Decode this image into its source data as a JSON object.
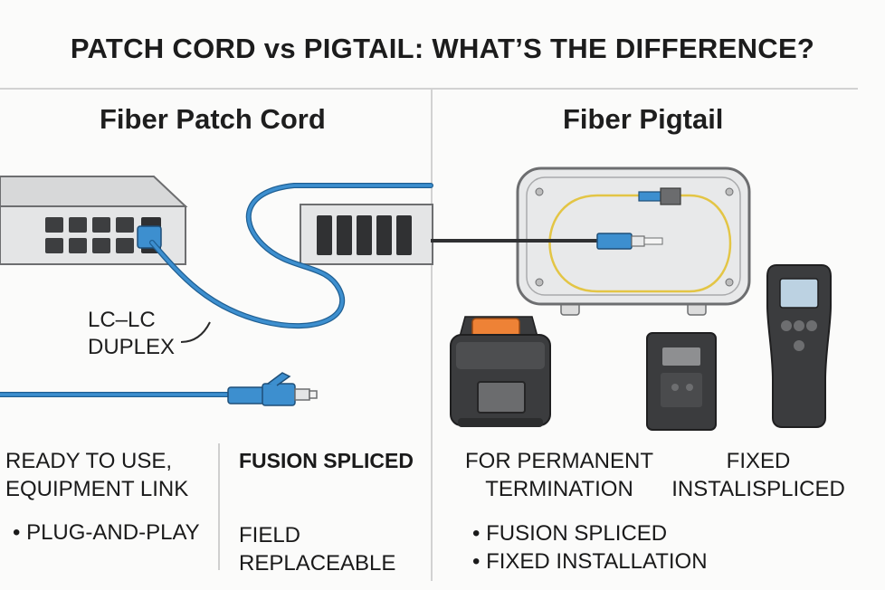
{
  "title": "PATCH CORD vs PIGTAIL: WHAT’S THE DIFFERENCE?",
  "left": {
    "heading": "Fiber Patch Cord",
    "callout_line1": "LC–LC",
    "callout_line2": "DUPLEX",
    "use_line1": "READY TO USE,",
    "use_line2": "EQUIPMENT LINK",
    "bullet": "• PLUG-AND-PLAY",
    "method": "FUSION SPLICED",
    "field_line1": "FIELD",
    "field_line2": "REPLACEABLE"
  },
  "right": {
    "heading": "Fiber Pigtail",
    "use_line1": "FOR PERMANENT",
    "use_line2": "TERMINATION",
    "fixed_line1": "FIXED",
    "fixed_line2": "INSTALISPLICED",
    "bullet1": "• FUSION SPLICED",
    "bullet2": "• FIXED INSTALLATION"
  },
  "colors": {
    "cable_blue": "#3d8fcf",
    "pigtail_yellow": "#e3c545",
    "splicer_orange": "#ee8236",
    "device_dark": "#3b3c3e",
    "screen_blue": "#bcd2e2"
  }
}
